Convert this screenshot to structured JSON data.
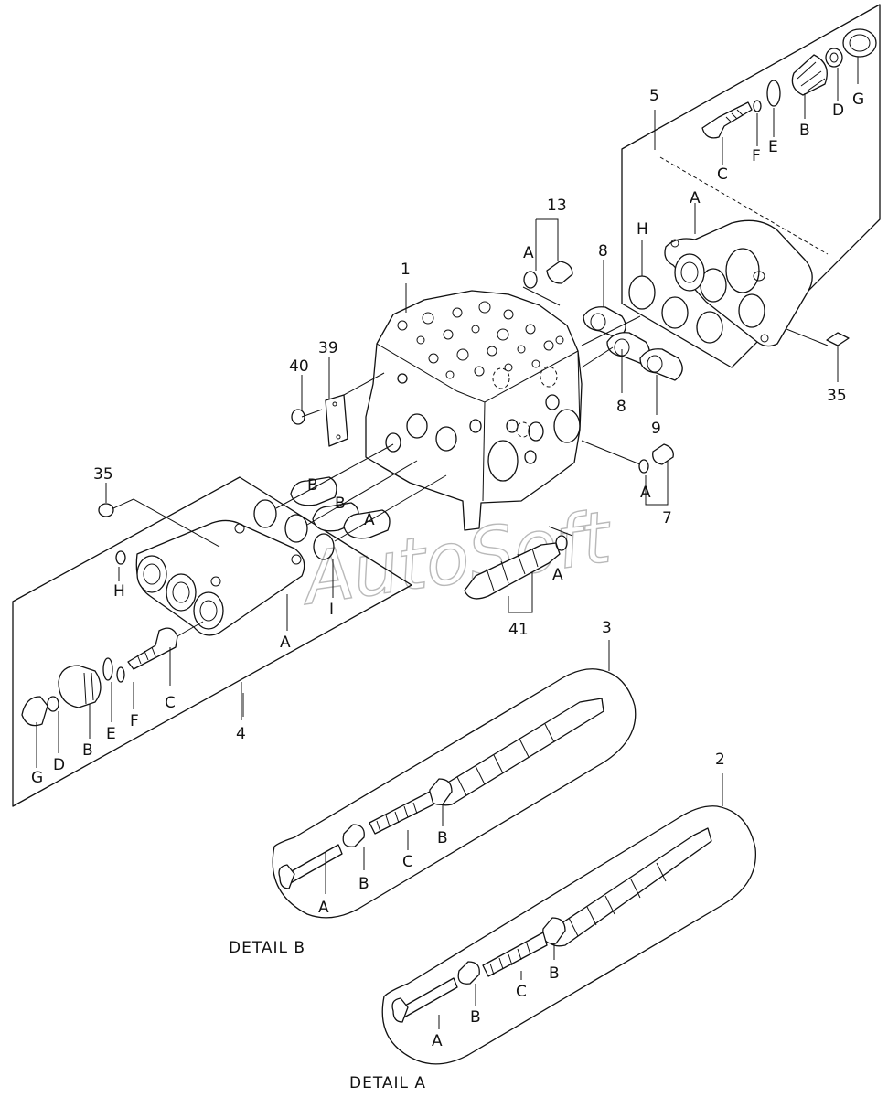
{
  "watermark": "AutoSoft",
  "callouts": {
    "c1": "1",
    "c2": "2",
    "c3": "3",
    "c4": "4",
    "c5": "5",
    "c7": "7",
    "c8a": "8",
    "c8b": "8",
    "c9": "9",
    "c13": "13",
    "c35a": "35",
    "c35b": "35",
    "c39": "39",
    "c40": "40",
    "c41": "41"
  },
  "letters": {
    "A": "A",
    "B": "B",
    "C": "C",
    "D": "D",
    "E": "E",
    "F": "F",
    "G": "G",
    "H": "H",
    "I": "I"
  },
  "captions": {
    "detail_b": "DETAIL  B",
    "detail_a": "DETAIL  A"
  }
}
